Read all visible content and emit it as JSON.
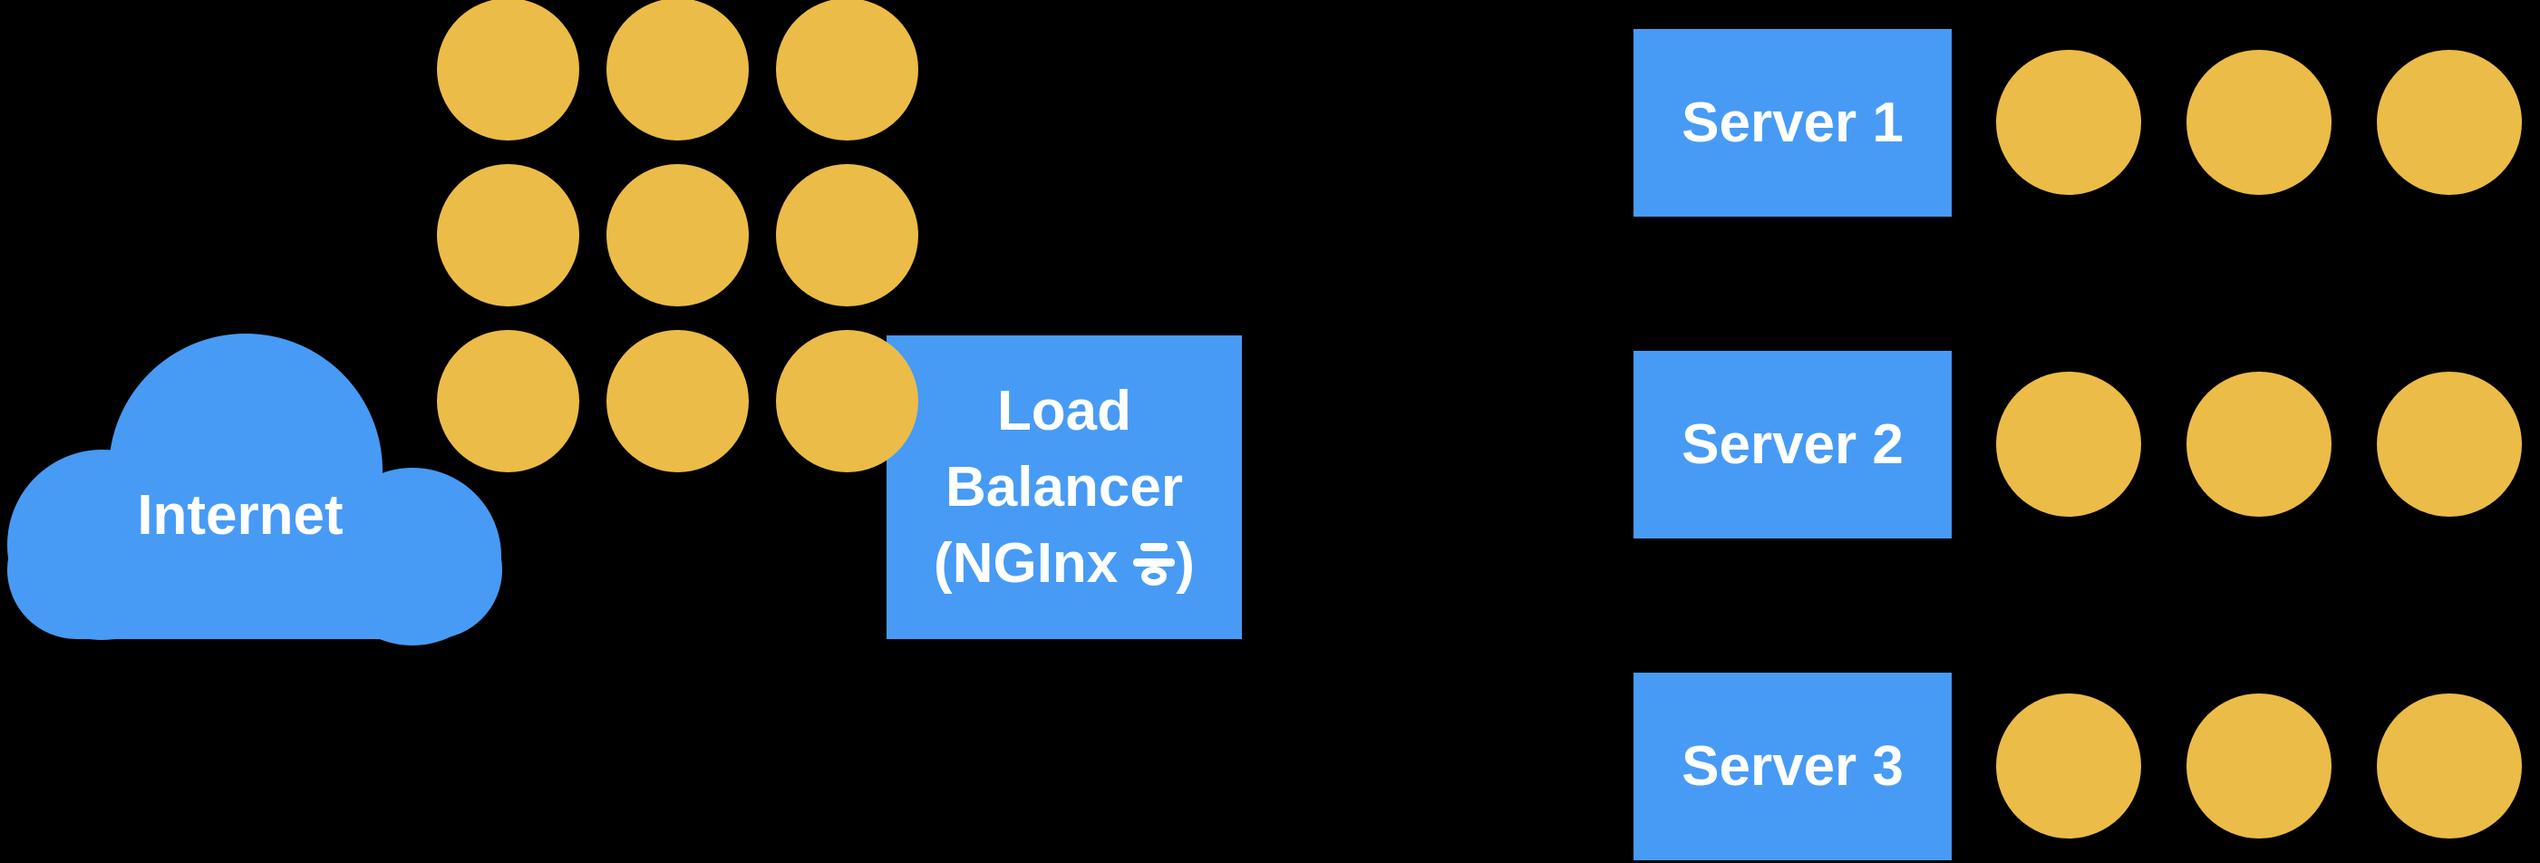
{
  "colors": {
    "background": "#000000",
    "shape-blue": "#479BF5",
    "dot-yellow": "#EBBC47",
    "label-white": "#FFFFFF"
  },
  "internet_cloud": {
    "label": "Internet"
  },
  "incoming_dot_count": 9,
  "load_balancer": {
    "full_label": "Load Balancer (NGInx 등)",
    "line1": "Load",
    "line2": "Balancer",
    "line3_prefix": "(NGInx",
    "line3_korean_char": "등",
    "line3_suffix": ")"
  },
  "servers": [
    {
      "label": "Server 1",
      "dot_count": 3
    },
    {
      "label": "Server 2",
      "dot_count": 3
    },
    {
      "label": "Server 3",
      "dot_count": 3
    }
  ],
  "icons": {
    "cloud": "cloud-shape",
    "dot": "filled-circle"
  }
}
